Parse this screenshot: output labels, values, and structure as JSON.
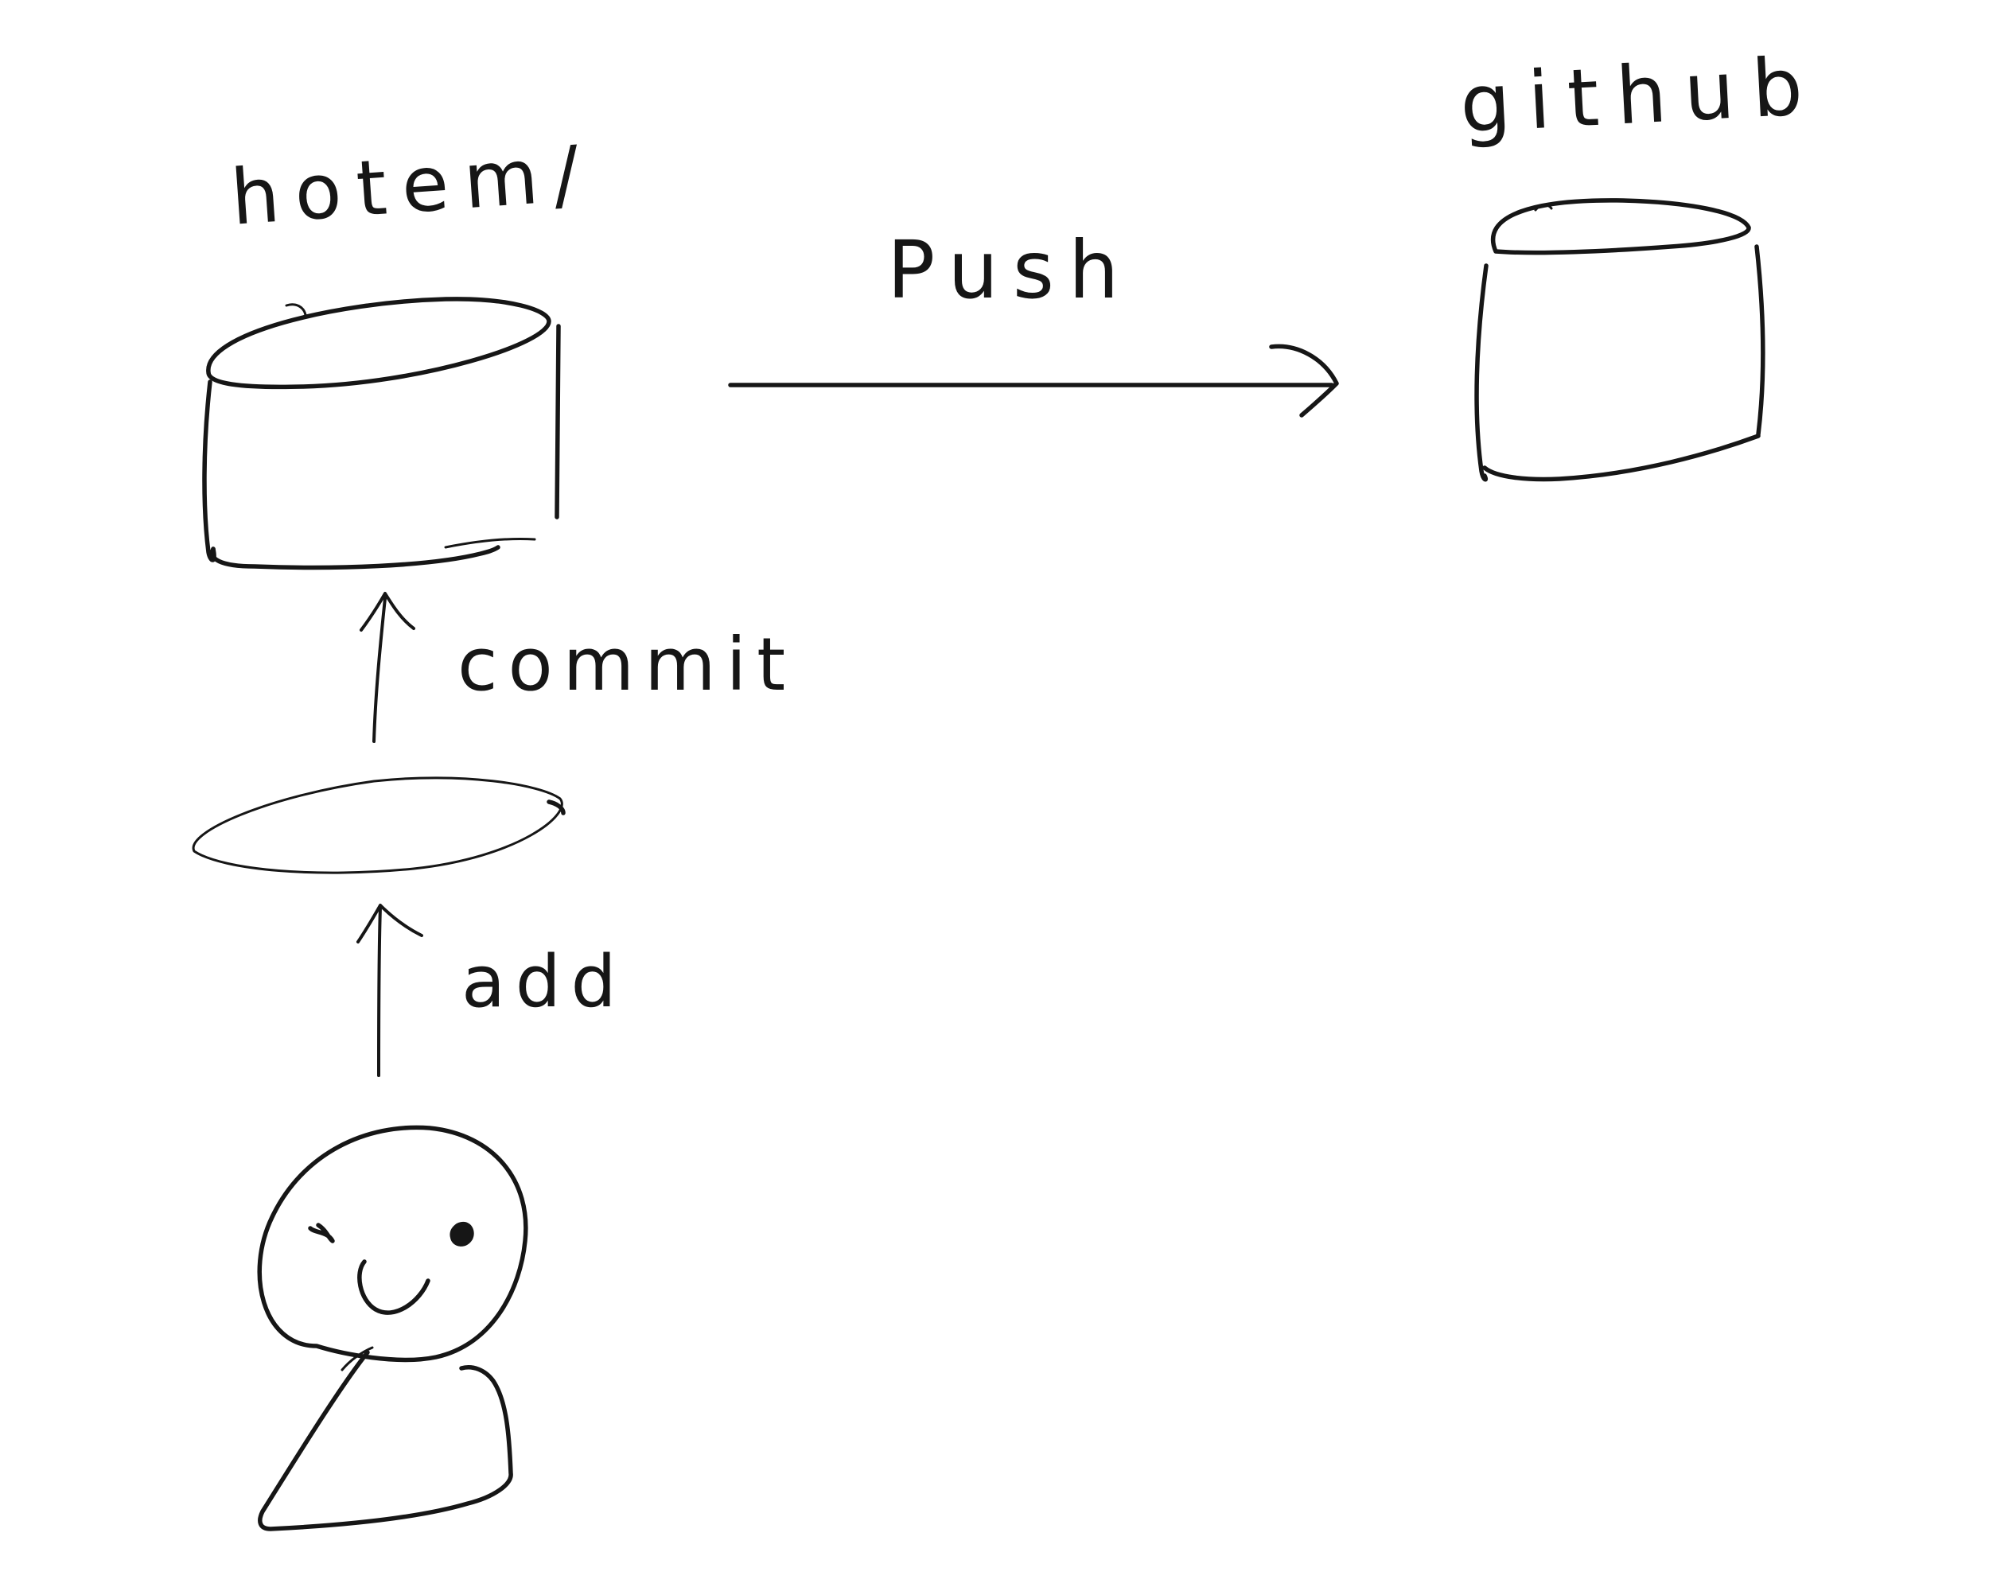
{
  "diagram": {
    "local_repo_label": "hotem/",
    "remote_repo_label": "github",
    "push_label": "Push",
    "commit_label": "commit",
    "add_label": "add",
    "ink_color": "#161616",
    "background_color": "#ffffff"
  }
}
